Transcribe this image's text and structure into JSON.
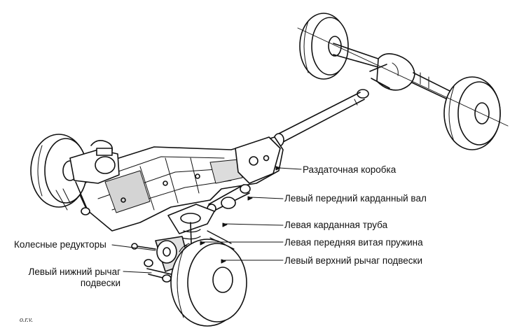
{
  "labels": {
    "transfer_case": "Раздаточная коробка",
    "left_front_driveshaft": "Левый передний карданный вал",
    "left_driveshaft_tube": "Левая карданная труба",
    "wheel_reducers": "Колесные редукторы",
    "left_front_coil_spring": "Левая передняя витая пружина",
    "left_lower_arm_line1": "Левый нижний рычаг",
    "left_lower_arm_line2": "подвески",
    "left_upper_arm": "Левый верхний рычаг подвески"
  },
  "credit": "o.r.v.",
  "colors": {
    "ink": "#111111",
    "paper": "#ffffff",
    "shade": "#cfcfcf"
  }
}
